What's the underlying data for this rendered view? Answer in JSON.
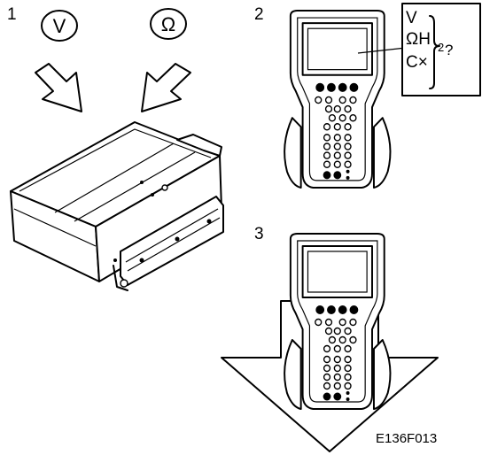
{
  "steps": [
    "1",
    "2",
    "3"
  ],
  "meter_symbols": {
    "voltage": "V",
    "resistance": "Ω"
  },
  "tester_menu": {
    "line1": "V",
    "line2": "ΩH",
    "line3": "C×",
    "question": "?",
    "sub": "2"
  },
  "figure_code": "E136F013",
  "colors": {
    "ink": "#000000",
    "paper": "#ffffff"
  }
}
